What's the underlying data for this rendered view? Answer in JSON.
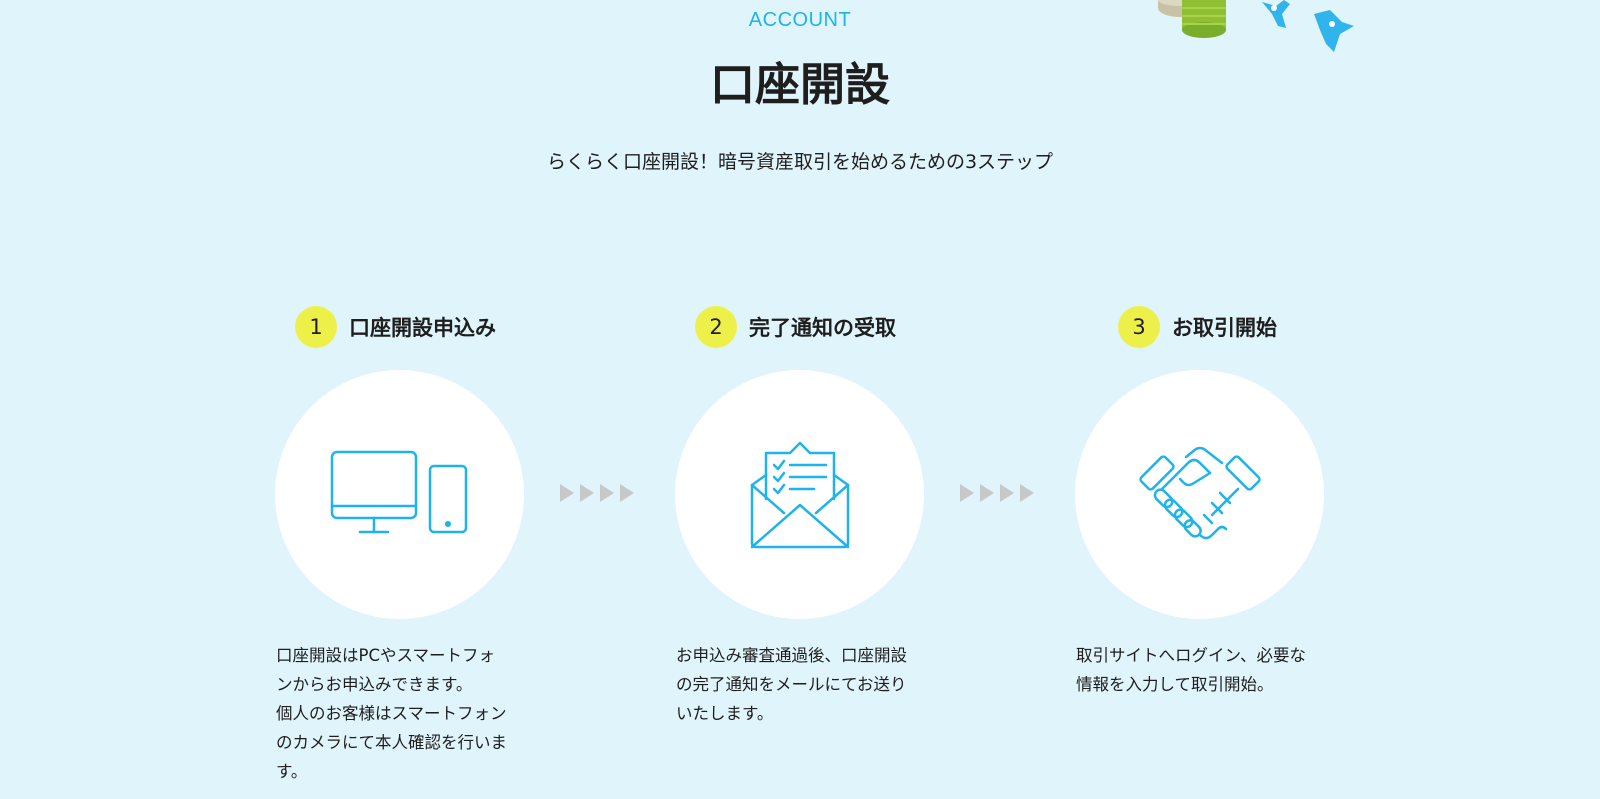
{
  "header": {
    "eyebrow": "ACCOUNT",
    "title": "口座開設",
    "subtitle": "らくらく口座開設！暗号資産取引を始めるための3ステップ"
  },
  "colors": {
    "background": "#e0f4fc",
    "accent": "#1fb3ec",
    "badge": "#eef04a",
    "arrow": "#c8c8c8"
  },
  "steps": [
    {
      "number": "1",
      "title": "口座開設申込み",
      "icon": "devices-icon",
      "description": "口座開設はPCやスマートフォ\nンからお申込みできます。\n個人のお客様はスマートフォン\nのカメラにて本人確認を行いま\nす。"
    },
    {
      "number": "2",
      "title": "完了通知の受取",
      "icon": "mail-checklist-icon",
      "description": "お申込み審査通過後、口座開設\nの完了通知をメールにてお送り\nいたします。"
    },
    {
      "number": "3",
      "title": "お取引開始",
      "icon": "handshake-icon",
      "description": "取引サイトへログイン、必要な\n情報を入力して取引開始。"
    }
  ]
}
